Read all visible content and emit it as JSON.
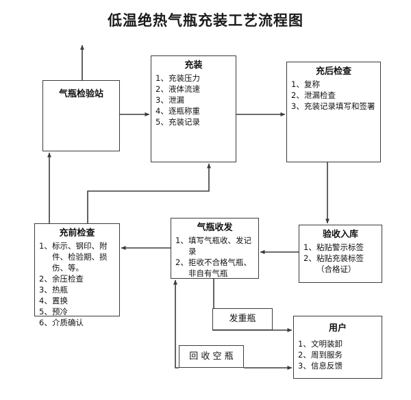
{
  "title": "低温绝热气瓶充装工艺流程图",
  "colors": {
    "line": "#3a3a3a",
    "box_border": "#3a3a3a",
    "background": "#ffffff",
    "text": "#111111"
  },
  "nodes": {
    "inspect_station": {
      "title": "气瓶检验站",
      "items": []
    },
    "filling": {
      "title": "充装",
      "items": [
        {
          "num": "1、",
          "text": "充装压力"
        },
        {
          "num": "2、",
          "text": "液体流速"
        },
        {
          "num": "3、",
          "text": "泄漏"
        },
        {
          "num": "4、",
          "text": "逐瓶称重"
        },
        {
          "num": "5、",
          "text": "充装记录"
        }
      ]
    },
    "post_check": {
      "title": "充后检查",
      "items": [
        {
          "num": "1、",
          "text": "复称"
        },
        {
          "num": "2、",
          "text": "泄漏检查"
        },
        {
          "num": "3、",
          "text": "充装记录填写和签署"
        }
      ]
    },
    "pre_check": {
      "title": "充前检查",
      "items": [
        {
          "num": "1、",
          "text": "标示、钢印、附件、检验期、损伤、等。"
        },
        {
          "num": "2、",
          "text": "余压检查"
        },
        {
          "num": "3、",
          "text": "热瓶"
        },
        {
          "num": "4、",
          "text": "置换"
        },
        {
          "num": "5、",
          "text": "预冷"
        },
        {
          "num": "6、",
          "text": "介质确认"
        }
      ]
    },
    "cyl_dispatch": {
      "title": "气瓶收发",
      "items": [
        {
          "num": "1、",
          "text": "填写气瓶收、发记录"
        },
        {
          "num": "2、",
          "text": "拒收不合格气瓶、非自有气瓶"
        }
      ]
    },
    "acceptance": {
      "title": "验收入库",
      "items": [
        {
          "num": "1、",
          "text": "粘贴警示标签"
        },
        {
          "num": "2、",
          "text": "粘贴充装标签（合格证）"
        }
      ]
    },
    "user": {
      "title": "用户",
      "items": [
        {
          "num": "1、",
          "text": "文明装卸"
        },
        {
          "num": "2、",
          "text": "周到服务"
        },
        {
          "num": "3、",
          "text": "信息反馈"
        }
      ]
    },
    "send_full": {
      "title": "发重瓶",
      "items": []
    },
    "recycle_empty": {
      "title": "回 收 空 瓶",
      "items": []
    }
  },
  "connectors": [
    {
      "name": "inspect-station-to-out-top",
      "from": "inspect_station",
      "to": "外送/出口",
      "style": "arrow-up"
    },
    {
      "name": "inspect-station-to-filling",
      "from": "inspect_station",
      "to": "filling",
      "style": "arrow-right"
    },
    {
      "name": "filling-to-post-check",
      "from": "filling",
      "to": "post_check",
      "style": "arrow-right"
    },
    {
      "name": "post-check-to-acceptance",
      "from": "post_check",
      "to": "acceptance",
      "style": "arrow-down"
    },
    {
      "name": "acceptance-to-cyl-dispatch",
      "from": "acceptance",
      "to": "cyl_dispatch",
      "style": "arrow-left"
    },
    {
      "name": "cyl-dispatch-to-pre-check",
      "from": "cyl_dispatch",
      "to": "pre_check",
      "style": "arrow-left"
    },
    {
      "name": "pre-check-to-filling",
      "from": "pre_check",
      "to": "filling",
      "style": "elbow-arrow-up"
    },
    {
      "name": "pre-check-to-inspect-station",
      "from": "pre_check",
      "to": "inspect_station",
      "style": "arrow-up"
    },
    {
      "name": "cyl-dispatch-to-send-full",
      "from": "cyl_dispatch",
      "to": "send_full",
      "style": "elbow"
    },
    {
      "name": "send-full-to-user",
      "from": "send_full",
      "to": "user",
      "style": "arrow-right"
    },
    {
      "name": "recycle-empty-to-user",
      "from": "recycle_empty",
      "to": "user",
      "style": "arrow-right"
    },
    {
      "name": "recycle-empty-to-cyl-dispatch",
      "from": "recycle_empty",
      "to": "cyl_dispatch",
      "style": "elbow-arrow-up"
    }
  ]
}
